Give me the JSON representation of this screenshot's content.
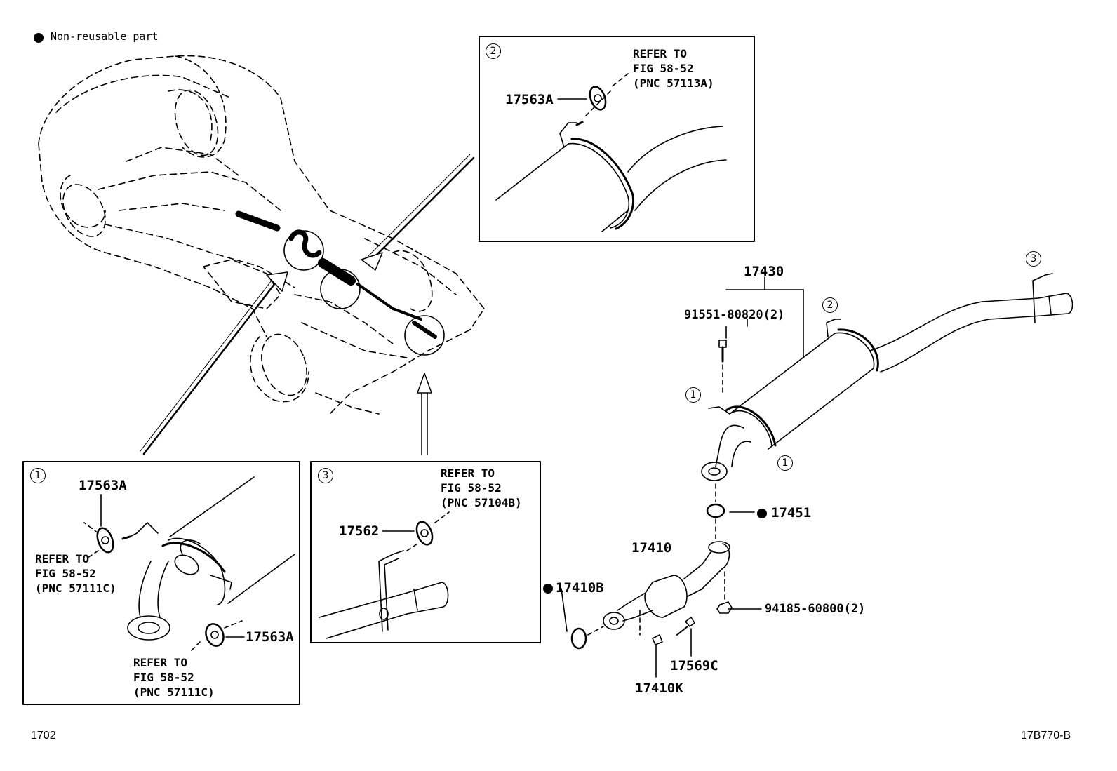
{
  "legend": {
    "text": "Non-reusable part"
  },
  "labels": {
    "p17430": "17430",
    "p91551": "91551-80820(2)",
    "p17451": "17451",
    "p17410": "17410",
    "p17410B": "17410B",
    "p94185": "94185-60800(2)",
    "p17569C": "17569C",
    "p17410K": "17410K",
    "inset1_top": "17563A",
    "inset1_bottom": "17563A",
    "inset2_part": "17563A",
    "inset3_part": "17562"
  },
  "callouts": {
    "one": "1",
    "two": "2",
    "three": "3"
  },
  "refs": {
    "inset1_left": "REFER TO\nFIG 58-52\n(PNC 57111C)",
    "inset1_bottom": "REFER TO\nFIG 58-52\n(PNC 57111C)",
    "inset2": "REFER TO\nFIG 58-52\n(PNC 57113A)",
    "inset3": "REFER TO\nFIG 58-52\n(PNC 57104B)"
  },
  "footer": {
    "left": "1702",
    "right": "17B770-B"
  }
}
